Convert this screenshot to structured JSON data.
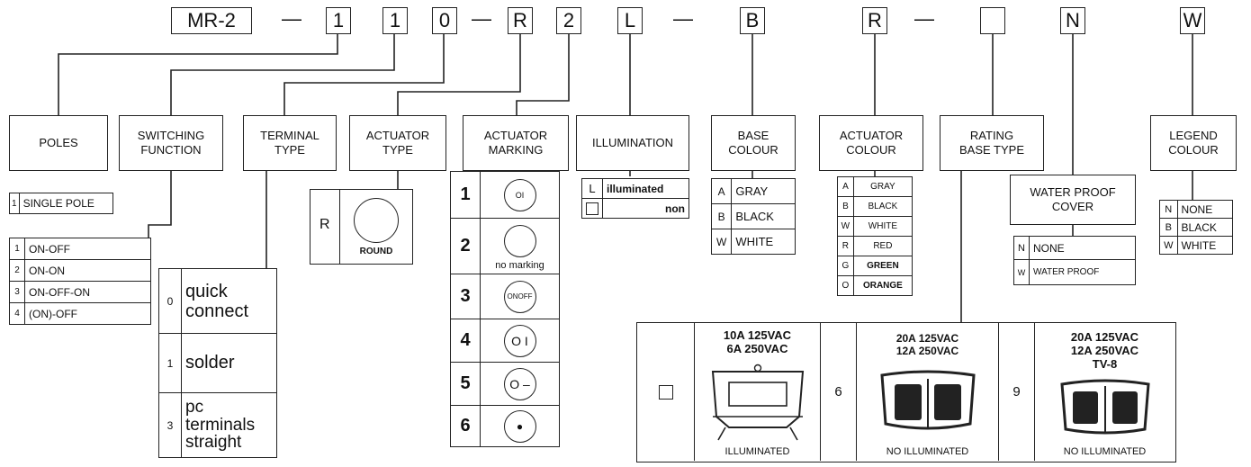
{
  "code": {
    "segments": [
      "MR-2",
      "1",
      "1",
      "0",
      "R",
      "2",
      "L",
      "B",
      "R",
      "",
      "N",
      "W"
    ],
    "dash": "—"
  },
  "headers": {
    "poles": [
      "POLES"
    ],
    "switching": [
      "SWITCHING",
      "FUNCTION"
    ],
    "terminal": [
      "TERMINAL",
      "TYPE"
    ],
    "actuator_type": [
      "ACTUATOR",
      "TYPE"
    ],
    "actuator_marking": [
      "ACTUATOR",
      "MARKING"
    ],
    "illumination": [
      "ILLUMINATION"
    ],
    "base_colour": [
      "BASE",
      "COLOUR"
    ],
    "actuator_colour": [
      "ACTUATOR",
      "COLOUR"
    ],
    "rating": [
      "RATING",
      "BASE TYPE"
    ],
    "legend_colour": [
      "LEGEND",
      "COLOUR"
    ],
    "water_proof": [
      "WATER PROOF",
      "COVER"
    ]
  },
  "poles_options": [
    {
      "k": "1",
      "v": "SINGLE POLE"
    }
  ],
  "switching_options": [
    {
      "k": "1",
      "v": "ON-OFF"
    },
    {
      "k": "2",
      "v": "ON-ON"
    },
    {
      "k": "3",
      "v": "ON-OFF-ON"
    },
    {
      "k": "4",
      "v": "(ON)-OFF"
    }
  ],
  "terminal_options": [
    {
      "k": "0",
      "v": [
        "quick",
        "connect"
      ]
    },
    {
      "k": "1",
      "v": [
        "solder"
      ]
    },
    {
      "k": "3",
      "v": [
        "pc",
        "terminals",
        "straight"
      ]
    }
  ],
  "actuator_type": {
    "k": "R",
    "caption": "ROUND"
  },
  "marking_options": [
    {
      "k": "1",
      "symbol": "O/I (text)",
      "label": ""
    },
    {
      "k": "2",
      "symbol": "blank",
      "label": "no marking"
    },
    {
      "k": "3",
      "symbol": "ON/OFF (text)",
      "label": ""
    },
    {
      "k": "4",
      "symbol": "O I",
      "label": ""
    },
    {
      "k": "5",
      "symbol": "O –",
      "label": ""
    },
    {
      "k": "6",
      "symbol": "•",
      "label": ""
    }
  ],
  "marking_glyphs": {
    "1": "ΟΙ",
    "3": "ONOFF",
    "4": "O I",
    "5": "O –",
    "6": "●"
  },
  "illumination_options": [
    {
      "k": "L",
      "v": "illuminated"
    },
    {
      "k": "",
      "v": "non"
    }
  ],
  "base_colour_options": [
    {
      "k": "A",
      "v": "GRAY"
    },
    {
      "k": "B",
      "v": "BLACK"
    },
    {
      "k": "W",
      "v": "WHITE"
    }
  ],
  "actuator_colour_options": [
    {
      "k": "A",
      "v": "GRAY"
    },
    {
      "k": "B",
      "v": "BLACK"
    },
    {
      "k": "W",
      "v": "WHITE"
    },
    {
      "k": "R",
      "v": "RED"
    },
    {
      "k": "G",
      "v": "GREEN"
    },
    {
      "k": "O",
      "v": "ORANGE"
    }
  ],
  "water_proof_options": [
    {
      "k": "N",
      "v": "NONE"
    },
    {
      "k": "W",
      "v": "WATER PROOF"
    }
  ],
  "legend_colour_options": [
    {
      "k": "N",
      "v": "NONE"
    },
    {
      "k": "B",
      "v": "BLACK"
    },
    {
      "k": "W",
      "v": "WHITE"
    }
  ],
  "rating_options": [
    {
      "k": "",
      "ratings": [
        "10A 125VAC",
        "6A 250VAC"
      ],
      "caption": "ILLUMINATED"
    },
    {
      "k": "6",
      "ratings": [
        "20A 125VAC",
        "12A 250VAC"
      ],
      "caption": "NO ILLUMINATED"
    },
    {
      "k": "9",
      "ratings": [
        "20A 125VAC",
        "12A 250VAC",
        "TV-8"
      ],
      "caption": "NO ILLUMINATED"
    }
  ]
}
